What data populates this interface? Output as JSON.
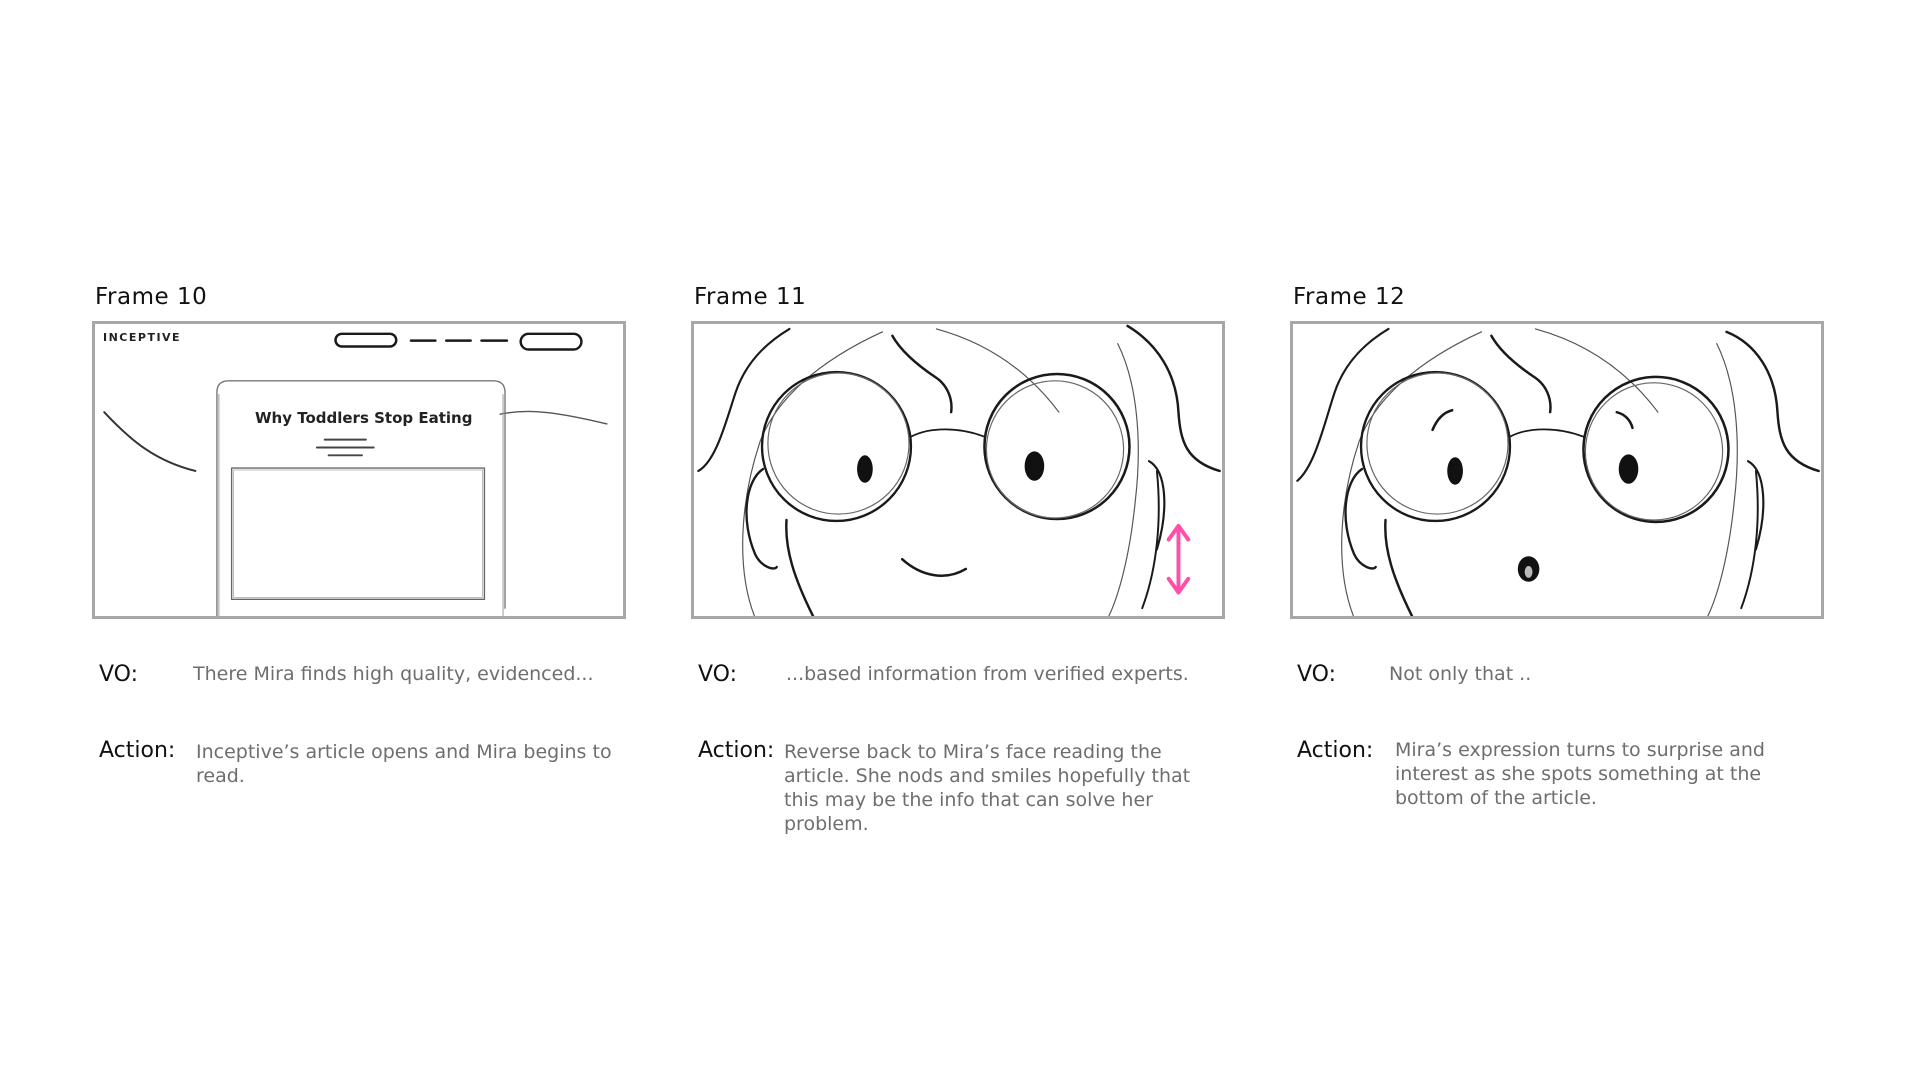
{
  "frames": [
    {
      "title": "Frame 10",
      "brand": "INCEPTIVE",
      "article_title": "Why Toddlers Stop Eating",
      "vo_label": "VO:",
      "vo_text": "There Mira finds high quality, evidenced...",
      "action_label": "Action:",
      "action_text": "Inceptive’s article opens and Mira begins to read."
    },
    {
      "title": "Frame 11",
      "vo_label": "VO:",
      "vo_text": "...based information from verified experts.",
      "action_label": "Action:",
      "action_text": "Reverse back to Mira’s face reading the article. She nods and smiles hopefully that this may be the info that can solve her problem."
    },
    {
      "title": "Frame 12",
      "vo_label": "VO:",
      "vo_text": "Not only that ..",
      "action_label": "Action:",
      "action_text": "Mira’s expression turns to surprise and interest as she spots something at the bottom of the article."
    }
  ],
  "colors": {
    "panel_border": "#a7a7a7",
    "sketch_line": "#1a1a1a",
    "nod_arrow": "#ff4fa8",
    "caption_text": "#6e6e6e"
  },
  "icons": [
    "nod-arrow-icon"
  ]
}
